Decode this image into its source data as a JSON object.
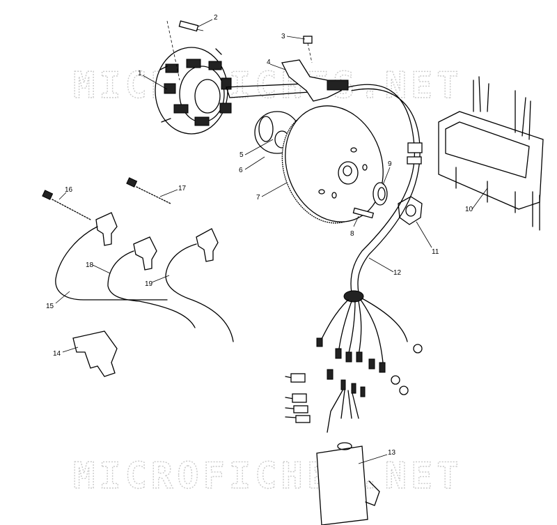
{
  "watermark": {
    "top": "MICROFICHES.NET",
    "bottom": "MICROFICHES.NET"
  },
  "callouts": [
    "1",
    "2",
    "3",
    "4",
    "5",
    "6",
    "7",
    "8",
    "9",
    "10",
    "11",
    "12",
    "13",
    "14",
    "15",
    "16",
    "17",
    "18",
    "19"
  ]
}
